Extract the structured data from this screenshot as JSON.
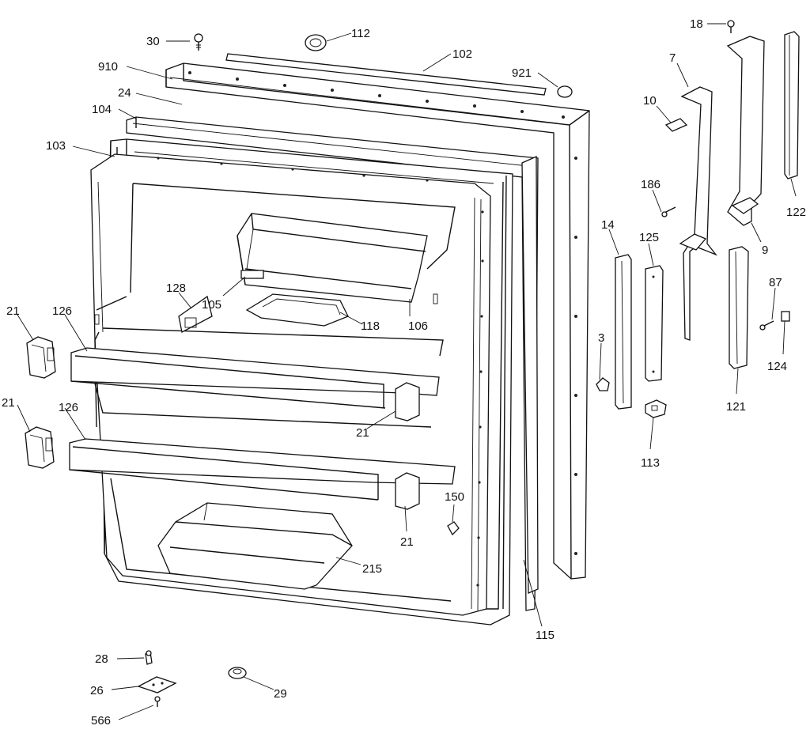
{
  "diagram": {
    "labels": {
      "l30": "30",
      "l112": "112",
      "l102": "102",
      "l910": "910",
      "l921": "921",
      "l24": "24",
      "l104": "104",
      "l103": "103",
      "l18": "18",
      "l7": "7",
      "l10": "10",
      "l186": "186",
      "l122": "122",
      "l14": "14",
      "l125": "125",
      "l9": "9",
      "l87": "87",
      "l124": "124",
      "l3": "3",
      "l121": "121",
      "l113": "113",
      "l128": "128",
      "l105": "105",
      "l118": "118",
      "l106": "106",
      "l21a": "21",
      "l126a": "126",
      "l21b": "21",
      "l126b": "126",
      "l21c": "21",
      "l21d": "21",
      "l150": "150",
      "l215": "215",
      "l115": "115",
      "l28": "28",
      "l26": "26",
      "l29": "29",
      "l566": "566"
    }
  }
}
